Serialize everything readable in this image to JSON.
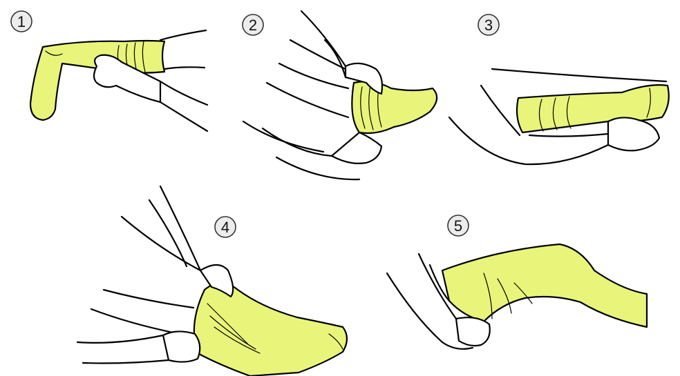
{
  "colors": {
    "sock": "#E8F57A",
    "line": "#000000",
    "badge_fill": "#ececec",
    "background": "#ffffff"
  },
  "steps": [
    {
      "number": "1"
    },
    {
      "number": "2"
    },
    {
      "number": "3"
    },
    {
      "number": "4"
    },
    {
      "number": "5"
    }
  ]
}
